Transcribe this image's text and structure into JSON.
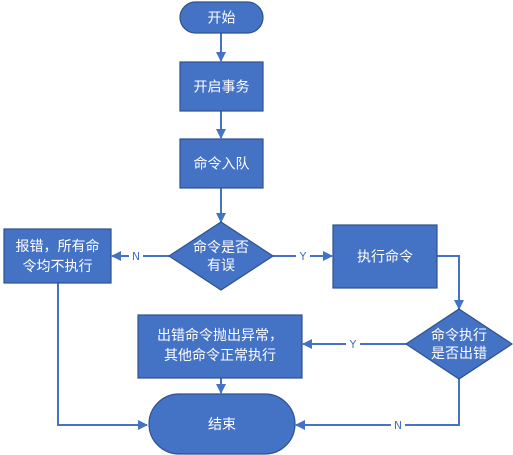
{
  "nodes": {
    "start": "开始",
    "begin_tx": "开启事务",
    "enqueue": "命令入队",
    "check_error": [
      "命令是否",
      "有误"
    ],
    "report_error": [
      "报错，所有命",
      "令均不执行"
    ],
    "execute": "执行命令",
    "exec_error": [
      "命令执行",
      "是否出错"
    ],
    "partial": [
      "出错命令抛出异常，",
      "其他命令正常执行"
    ],
    "end": "结束"
  },
  "edges": {
    "check_no": "N",
    "check_yes": "Y",
    "exec_yes": "Y",
    "exec_no": "N"
  },
  "colors": {
    "fill": "#4472C4",
    "stroke": "#2F528F",
    "text": "#ffffff"
  }
}
